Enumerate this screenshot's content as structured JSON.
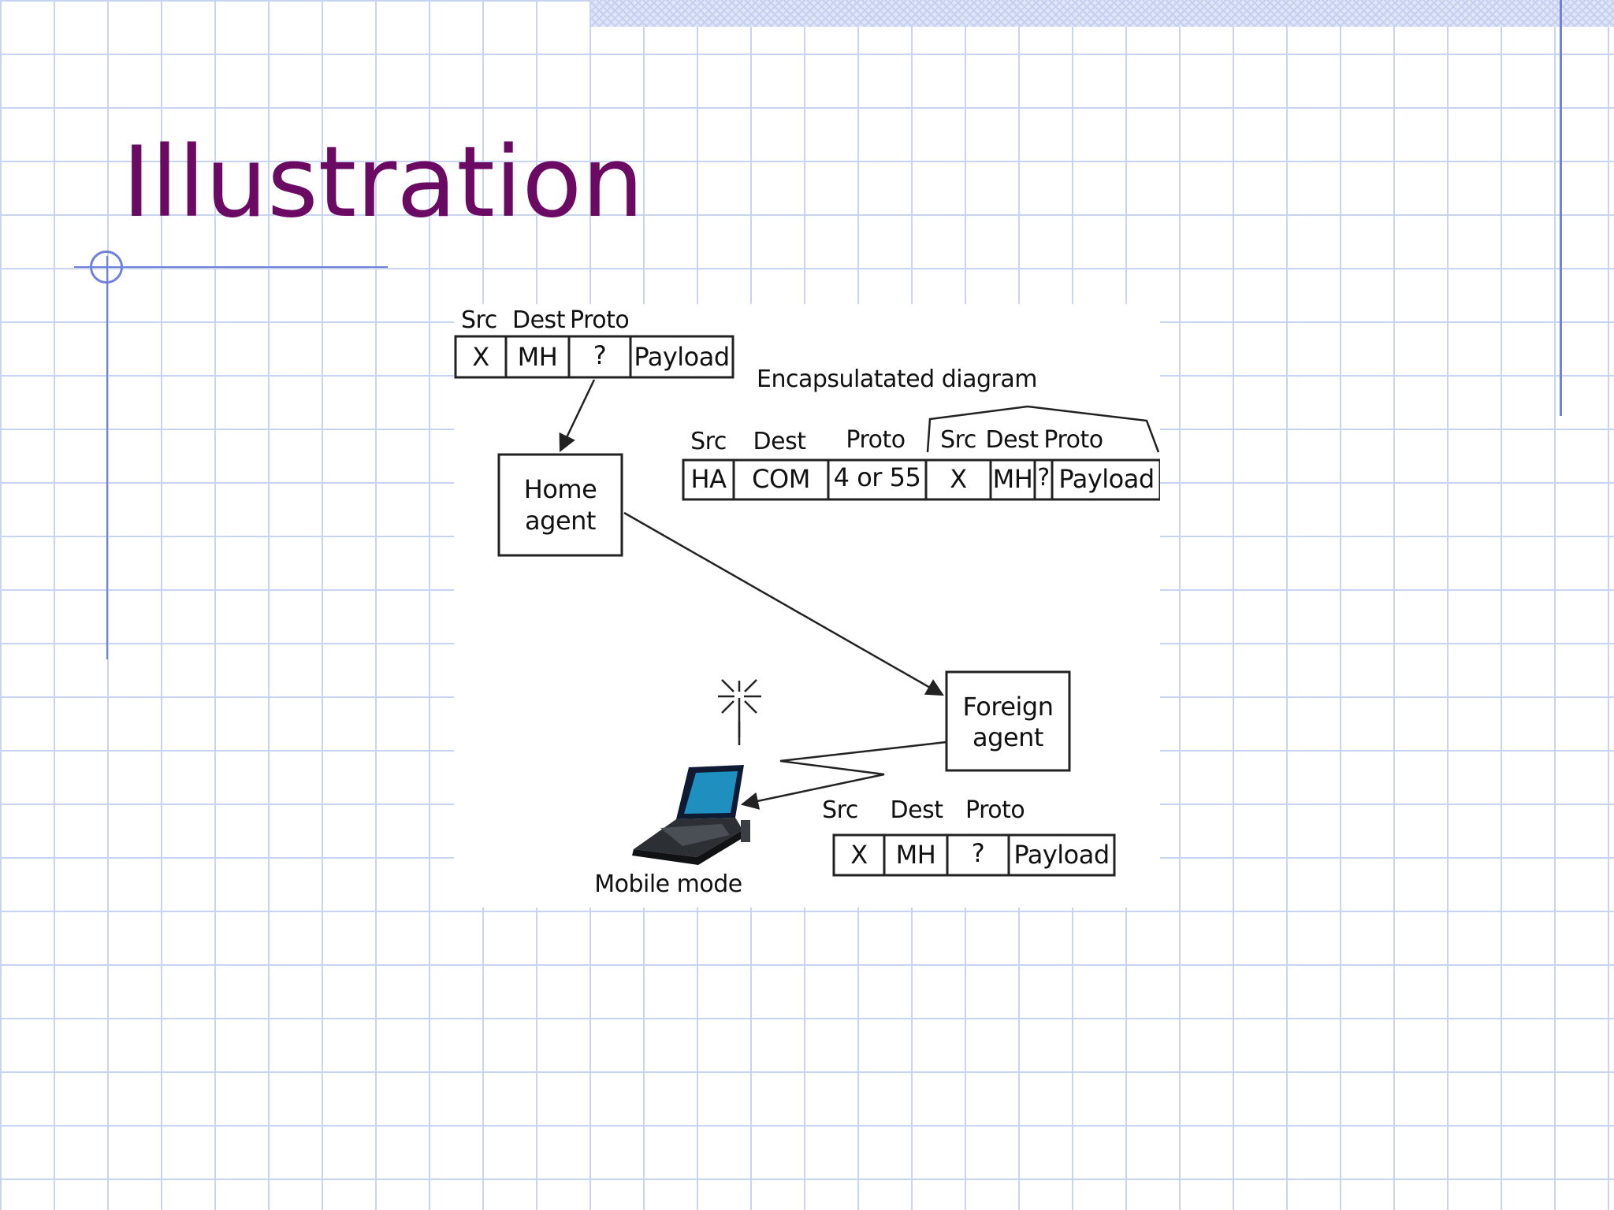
{
  "slide": {
    "title": "Illustration"
  },
  "diagram": {
    "original_packet": {
      "headers": [
        "Src",
        "Dest",
        "Proto"
      ],
      "cells": [
        "X",
        "MH",
        "?",
        "Payload"
      ]
    },
    "home_agent": {
      "line1": "Home",
      "line2": "agent"
    },
    "encapsulated_caption": "Encapsulatated diagram",
    "encapsulated_packet": {
      "outer_headers": [
        "Src",
        "Dest",
        "Proto"
      ],
      "inner_headers": [
        "Src",
        "Dest",
        "Proto"
      ],
      "cells": [
        "HA",
        "COM",
        "4 or 55",
        "X",
        "MH",
        "?",
        "Payload"
      ]
    },
    "foreign_agent": {
      "line1": "Foreign",
      "line2": "agent"
    },
    "delivered_packet": {
      "headers": [
        "Src",
        "Dest",
        "Proto"
      ],
      "cells": [
        "X",
        "MH",
        "?",
        "Payload"
      ]
    },
    "mobile_node_label": "Mobile mode",
    "icons": [
      "antenna-icon",
      "laptop-icon"
    ]
  }
}
